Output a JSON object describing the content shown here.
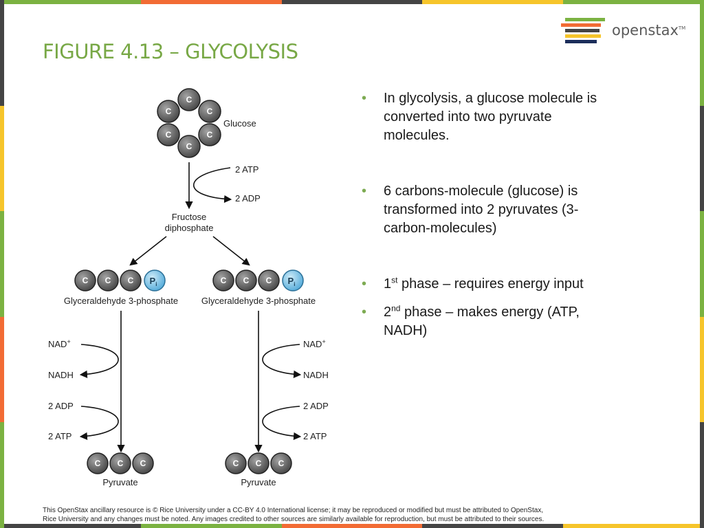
{
  "colors": {
    "accent_green": "#78a846",
    "stripe": [
      "#7bb241",
      "#f26b34",
      "#444444",
      "#f6c52b",
      "#7bb241"
    ],
    "carbon": "#6f6f6f",
    "phosphate": "#6cb8e0"
  },
  "slide": {
    "title": "Figure 4.13 – Glycolysis"
  },
  "logo": {
    "wordmark": "openstax",
    "trademark": "TM"
  },
  "diagram": {
    "carbon_label": "C",
    "phosphate_label": "P",
    "phosphate_subscript": "i",
    "glucose_label": "Glucose",
    "input_atp": "2 ATP",
    "output_adp": "2 ADP",
    "fructose_line1": "Fructose",
    "fructose_line2": "diphosphate",
    "g3p_label": "Glyceraldehyde 3-phosphate",
    "nad": "NAD",
    "nad_sup": "+",
    "nadh": "NADH",
    "adp": "2 ADP",
    "atp": "2 ATP",
    "pyruvate": "Pyruvate"
  },
  "bullets": [
    {
      "lines": [
        "In glycolysis, a glucose molecule is",
        "converted into two pyruvate",
        "molecules."
      ]
    },
    {
      "lines": [
        "6 carbons-molecule (glucose) is",
        "transformed into 2 pyruvates (3-",
        "carbon-molecules)"
      ]
    },
    {
      "prefix": "1",
      "sup": "st",
      "rest": " phase – requires energy input"
    },
    {
      "prefix": "2",
      "sup": "nd",
      "rest": " phase – makes energy (ATP,",
      "line2": "NADH)"
    }
  ],
  "footer": {
    "line1": "This OpenStax ancillary resource is © Rice University under a CC-BY 4.0 International license; it may be reproduced or modified but must be attributed to OpenStax,",
    "line2": "Rice University and any changes must be noted. Any images credited to other sources are similarly available for reproduction, but must be attributed to their sources."
  }
}
